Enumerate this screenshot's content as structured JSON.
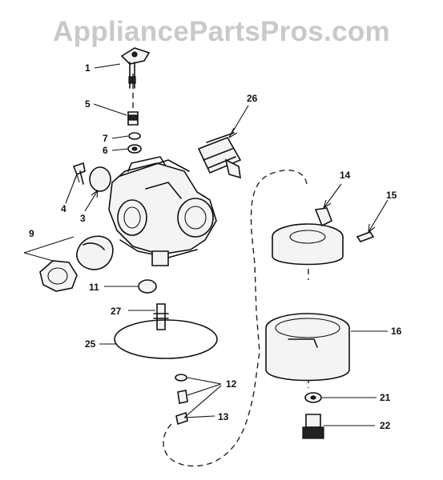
{
  "watermark": "AppliancePartsPros.com",
  "part_labels": {
    "p1": "1",
    "p3": "3",
    "p4": "4",
    "p5": "5",
    "p6": "6",
    "p7": "7",
    "p9": "9",
    "p11": "11",
    "p12": "12",
    "p13": "13",
    "p14": "14",
    "p15": "15",
    "p16": "16",
    "p21": "21",
    "p22": "22",
    "p25": "25",
    "p26": "26",
    "p27": "27"
  }
}
